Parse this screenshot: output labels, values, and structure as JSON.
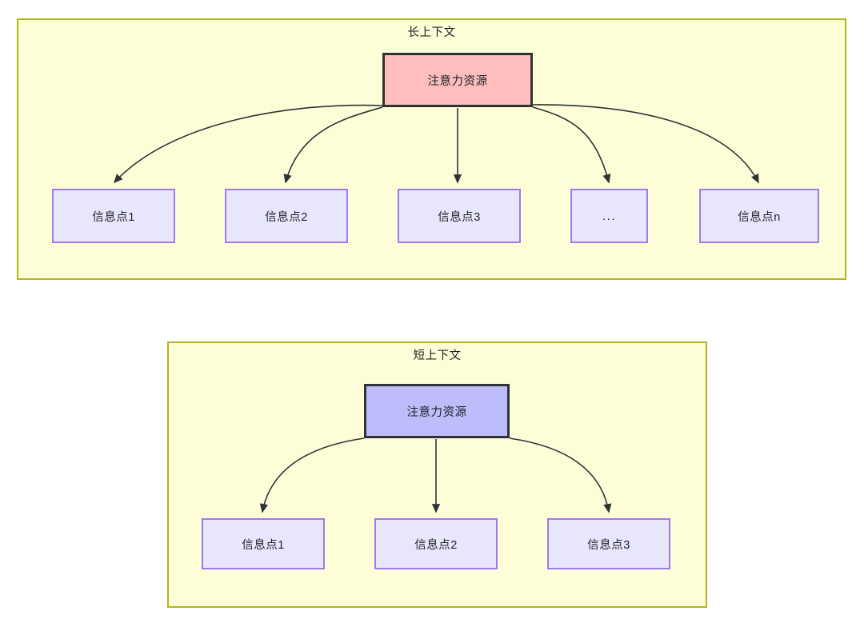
{
  "diagram": {
    "type": "flowchart",
    "background": "#ffffff",
    "colors": {
      "group_fill": "#FDFDD8",
      "group_border": "#B5B519",
      "root_long_fill": "#FFBDBD",
      "root_short_fill": "#BDBDFB",
      "root_border": "#2E3436",
      "leaf_fill": "#E8E6FD",
      "leaf_border": "#9E7BEA",
      "edge_color": "#2E3436",
      "text_color": "#1f2223"
    },
    "groups": [
      {
        "id": "long",
        "title": "长上下文",
        "root": {
          "label": "注意力资源",
          "style": "pink"
        },
        "leaves": [
          {
            "label": "信息点1"
          },
          {
            "label": "信息点2"
          },
          {
            "label": "信息点3"
          },
          {
            "label": "..."
          },
          {
            "label": "信息点n"
          }
        ]
      },
      {
        "id": "short",
        "title": "短上下文",
        "root": {
          "label": "注意力资源",
          "style": "blue"
        },
        "leaves": [
          {
            "label": "信息点1"
          },
          {
            "label": "信息点2"
          },
          {
            "label": "信息点3"
          }
        ]
      }
    ]
  }
}
